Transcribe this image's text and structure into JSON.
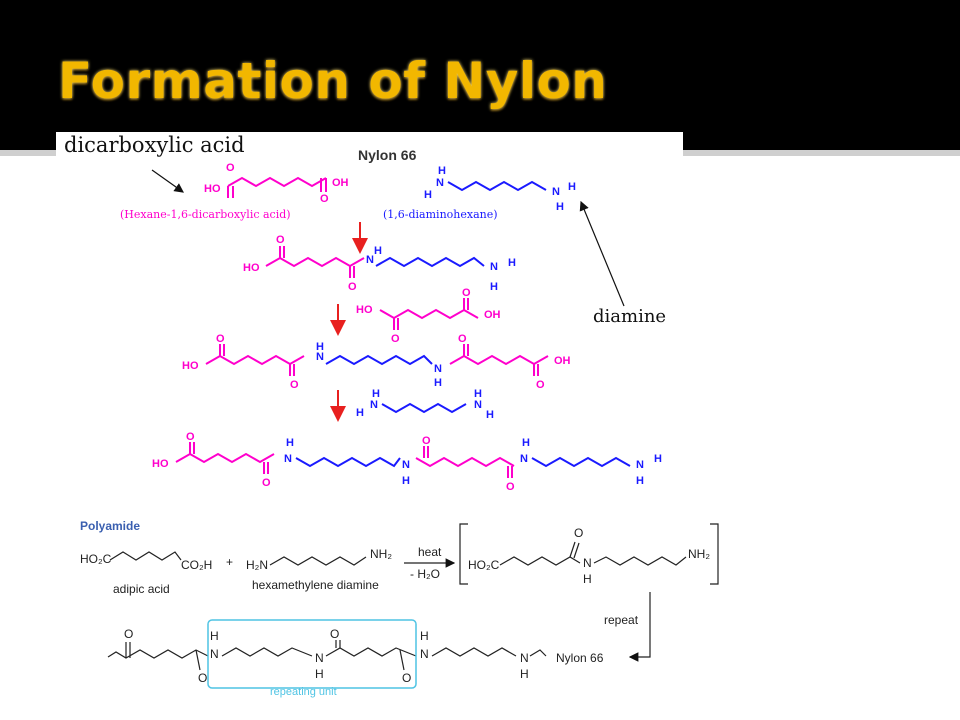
{
  "slide": {
    "title": "Formation of Nylon"
  },
  "labels": {
    "dicarboxylic": "dicarboxylic acid",
    "diamine": "diamine"
  },
  "top": {
    "heading": "Nylon 66",
    "acid_name": "(Hexane-1,6-dicarboxylic acid)",
    "amine_name": "(1,6-diaminohexane)",
    "t_ho": "HO",
    "t_oh": "OH",
    "t_o": "O",
    "t_h": "H",
    "t_n": "N"
  },
  "bottom": {
    "polyamide": "Polyamide",
    "ho2c": "HO₂C",
    "co2h": "CO₂H",
    "plus": "+",
    "h2n": "H₂N",
    "nh2": "NH₂",
    "adipic": "adipic acid",
    "hmd": "hexamethylene diamine",
    "heat": "heat",
    "minus_h2o": "- H₂O",
    "repeat": "repeat",
    "nylon66": "Nylon 66",
    "repeating_unit": "repeating unit"
  },
  "colors": {
    "title": "#f2b700",
    "acid": "#ff00cc",
    "amine": "#1a1aff",
    "arrow": "#e8201f",
    "box": "#4fc4e4"
  }
}
